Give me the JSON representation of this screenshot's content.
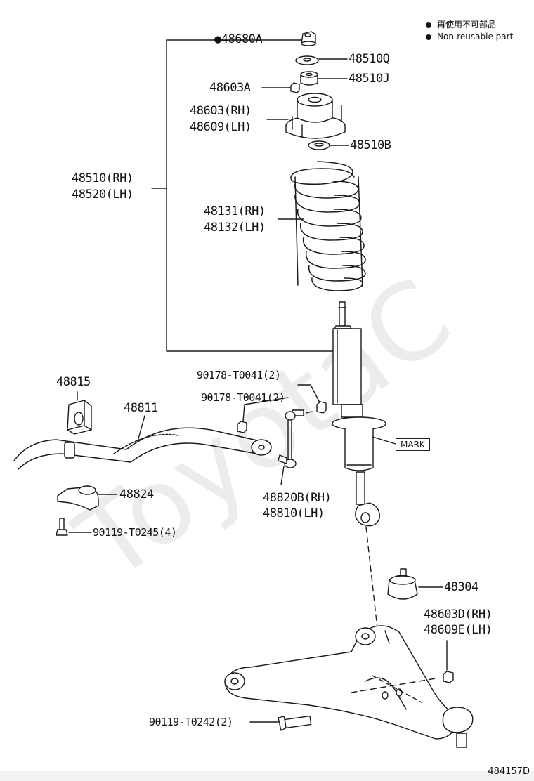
{
  "legend": [
    {
      "text": "再使用不可部品"
    },
    {
      "text": "Non-reusable part"
    }
  ],
  "parts": {
    "p48680a": "●48680A",
    "p48510q": "48510Q",
    "p48510j": "48510J",
    "p48603a": "48603A",
    "p48603": "48603(RH)",
    "p48609": "48609(LH)",
    "p48510b": "48510B",
    "p48510": "48510(RH)",
    "p48520": "48520(LH)",
    "p48131": "48131(RH)",
    "p48132": "48132(LH)",
    "p90178a": "90178-T0041(2)",
    "p90178b": "90178-T0041(2)",
    "p48815": "48815",
    "p48811": "48811",
    "p48824": "48824",
    "p90119a": "90119-T0245(4)",
    "p48820b": "48820B(RH)",
    "p48810": "48810(LH)",
    "p48304": "48304",
    "p48603d": "48603D(RH)",
    "p48609e": "48609E(LH)",
    "p90119b": "90119-T0242(2)"
  },
  "mark_label": "MARK",
  "diagram_code": "484157D",
  "watermark": "ToyotaC"
}
